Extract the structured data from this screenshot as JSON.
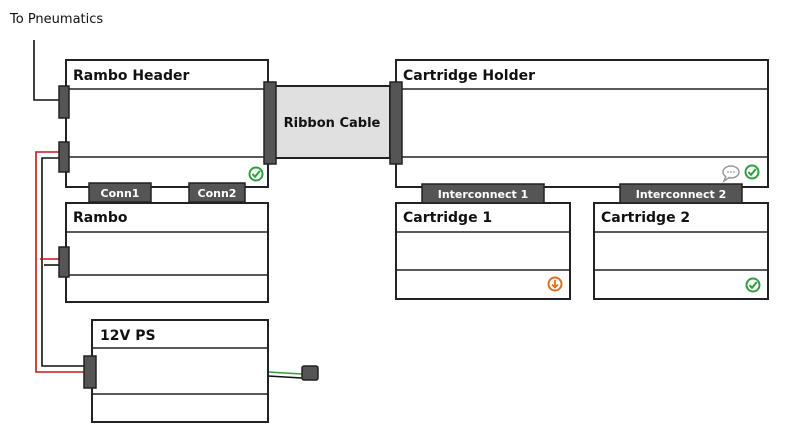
{
  "labels": {
    "to_pneumatics": "To Pneumatics",
    "rambo_header": "Rambo Header",
    "ribbon_cable": "Ribbon Cable",
    "cartridge_holder": "Cartridge Holder",
    "conn1": "Conn1",
    "conn2": "Conn2",
    "rambo": "Rambo",
    "interconnect1": "Interconnect 1",
    "interconnect2": "Interconnect 2",
    "cartridge1": "Cartridge 1",
    "cartridge2": "Cartridge 2",
    "ps12v": "12V PS"
  },
  "status": {
    "rambo_header": "check",
    "cartridge_holder": "check",
    "cartridge1": "download",
    "cartridge2": "check"
  },
  "colors": {
    "check": "#2e9e3e",
    "download": "#e07020",
    "ribbon_fill": "#e0e0e0",
    "connector": "#555555"
  }
}
